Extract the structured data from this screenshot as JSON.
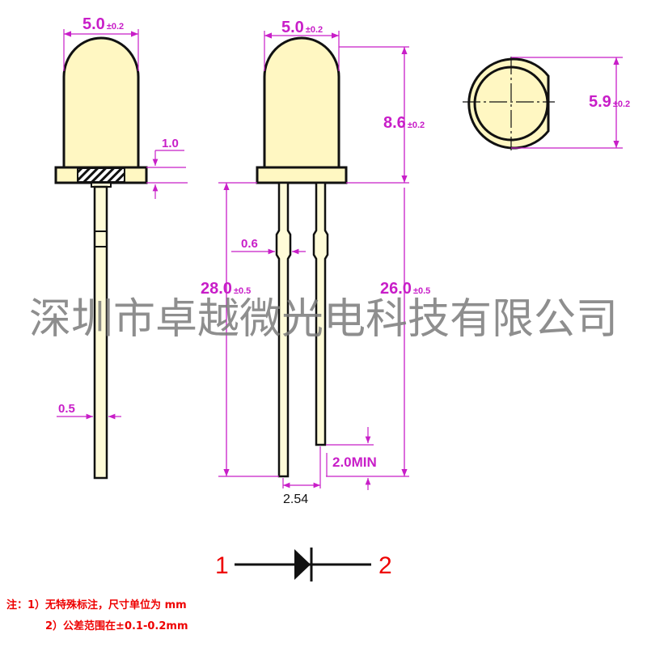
{
  "dimensions": {
    "side_body_width": "5.0",
    "side_body_width_tol": "±0.2",
    "front_body_width": "5.0",
    "front_body_width_tol": "±0.2",
    "flange_height": "1.0",
    "body_height": "8.6",
    "body_height_tol": "±0.2",
    "flange_diameter": "5.9",
    "flange_diameter_tol": "±0.2",
    "lead_bend_width": "0.6",
    "long_lead_length": "28.0",
    "long_lead_length_tol": "±0.5",
    "short_lead_length": "26.0",
    "short_lead_length_tol": "±0.5",
    "lead_width": "0.5",
    "lead_length_difference": "2.0MIN",
    "lead_pitch": "2.54"
  },
  "watermark": "深圳市卓越微光电科技有限公司",
  "symbol": {
    "pin1": "1",
    "pin2": "2"
  },
  "notes": {
    "line1": "注：1）无特殊标注，尺寸单位为 mm",
    "line2": "2）公差范围在±0.1-0.2mm"
  },
  "colors": {
    "outline": "#111111",
    "dimension": "#c81ec8",
    "body_fill": "#fff7c2",
    "lead_fill": "#fffbd8",
    "label_red": "#ee0000",
    "watermark": "#7a7a7a"
  }
}
